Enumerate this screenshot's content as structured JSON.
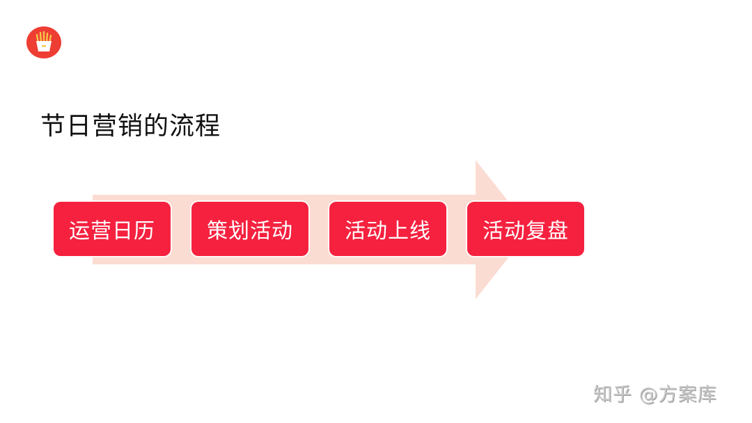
{
  "title": "节日营销的流程",
  "logo": {
    "icon": "french-fries-icon",
    "bg_color": "#ee3d33"
  },
  "arrow": {
    "color": "#fbdcd2"
  },
  "steps": [
    {
      "label": "运营日历"
    },
    {
      "label": "策划活动"
    },
    {
      "label": "活动上线"
    },
    {
      "label": "活动复盘"
    }
  ],
  "step_color": "#f5213f",
  "watermark": "知乎 @方案库"
}
